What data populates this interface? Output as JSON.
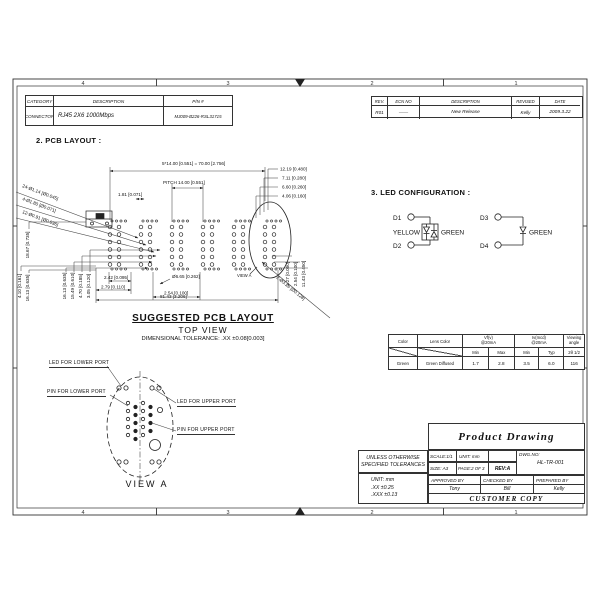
{
  "frame": {
    "zones_top": [
      "4",
      "3",
      "2",
      "1"
    ],
    "zones_bottom": [
      "4",
      "3",
      "2",
      "1"
    ]
  },
  "category_table": {
    "headers": [
      "CATEGORY",
      "DESCRIPTION",
      "P/N #"
    ],
    "row": [
      "CONNECTOR",
      "RJ45 2X6 1000Mbps",
      "MJ009-B226-RSL31715"
    ]
  },
  "revision_table": {
    "headers": [
      "REV.",
      "ECN NO",
      "DESCRIPTION",
      "REVISED",
      "DATE"
    ],
    "row": [
      "R01",
      "——",
      "New Release",
      "Kelly",
      "2009.3.22"
    ]
  },
  "pcb": {
    "title": "2. PCB LAYOUT :",
    "dim_total": "5*14.00 [0.551] = 70.00 [2.756]",
    "dim_pitch": "PITCH 14.00 [0.551]",
    "dim_181": "1.81 [0.071]",
    "right_stack": [
      "12.19 [0.480]",
      "7.11 [0.280]",
      "6.60 [0.260]",
      "4.06 [0.160]"
    ],
    "leader_holes": [
      "24-Ø1.14 [Ø0.045]",
      "4-Ø1.80 [Ø0.071]",
      "12-Ø0.91 [Ø0.036]"
    ],
    "left_outer": [
      "18.67 [0.735]",
      "4.10 [0.161]",
      "16.13 [0.635]"
    ],
    "left_inner": [
      "16.13 [0.635]",
      "15.49 [0.610]",
      "4.70 [0.185]",
      "3.05 [0.120]"
    ],
    "dim_242": "2.42 [0.095]",
    "dim_279": "2.79 [0.110]",
    "dim_665": "Ø6.65 [0.262]",
    "dim_254": "2.54 [0.100]",
    "dim_8143": "81.43 [3.206]",
    "right_rotated": [
      "1.27 [0.050]",
      "2.54 [0.100]",
      "11.43 [0.450]"
    ],
    "leader_br": "2-Ø3.26 [Ø0.128]",
    "view_a_ref": "VIEW A",
    "caption1": "SUGGESTED PCB LAYOUT",
    "caption2": "TOP VIEW",
    "caption3": "DIMENSIONAL TOLERANCE: .XX ±0.08[0.003]"
  },
  "led": {
    "title": "3. LED CONFIGURATION :",
    "d1": "D1",
    "d2": "D2",
    "d3": "D3",
    "d4": "D4",
    "yellow": "YELLOW",
    "green_left": "GREEN",
    "green_right": "GREEN"
  },
  "led_table": {
    "h_color": "Color",
    "h_lens": "Lens Color",
    "h_vf1": "Vf(v)",
    "h_vf2": "@20mA",
    "h_iv1": "Iv(mcd)",
    "h_iv2": "@20mA",
    "h_view1": "Viewing",
    "h_view2": "angle",
    "sub_min1": "Min",
    "sub_max": "Max",
    "sub_min2": "Min",
    "sub_typ": "Typ",
    "sub_angle": "2θ 1/2",
    "row": [
      "Green",
      "Green Diffused",
      "1.7",
      "2.8",
      "3.5",
      "6.0",
      "116"
    ]
  },
  "view_a": {
    "led_lower": "LED FOR LOWER PORT",
    "pin_lower": "PIN FOR LOWER PORT",
    "led_upper": "LED FOR UPPER PORT",
    "pin_upper": "PIN FOR UPPER PORT",
    "caption": "VIEW A"
  },
  "title_block": {
    "product": "Product Drawing",
    "unless1": "UNLESS OTHERWISE",
    "unless2": "SPECIFIED TOLERANCES",
    "unit_line": "UNIT:  mm",
    "tol_xx": ".XX    ±0.25",
    "tol_xxx": ".XXX  ±0.13",
    "scale": "SCALE:1/1",
    "unit": "UNIT: mm",
    "dwg_label": "DWG.NO:",
    "dwg_no": "HL-TR-001",
    "size": "SIZE: A3",
    "page": "PAGE:2 OF 3",
    "rev": "REV:A",
    "approved_by": "APPROVED BY",
    "checked_by": "CHECKED BY",
    "prepared_by": "PREPARED BY",
    "approved": "Tony",
    "checked": "Bill",
    "prepared": "Kelly",
    "customer_copy": "CUSTOMER COPY"
  },
  "colors": {
    "line": "#1a1a1a",
    "bg": "#ffffff"
  }
}
